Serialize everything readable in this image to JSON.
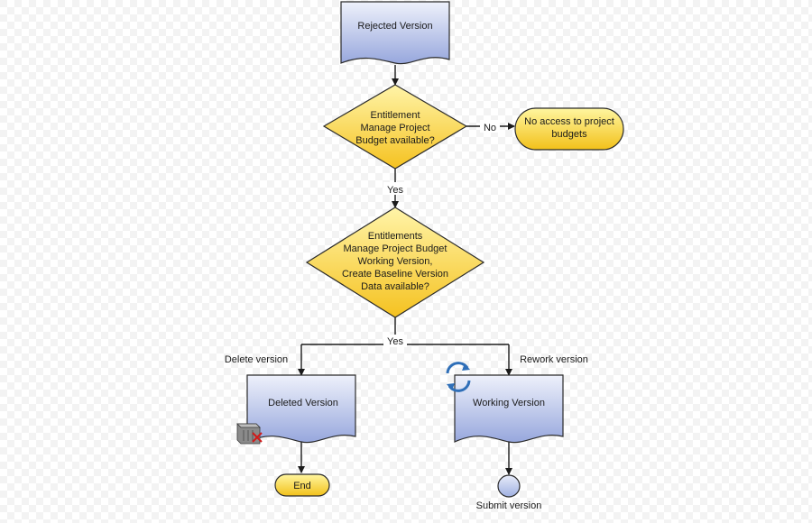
{
  "diagram": {
    "colors": {
      "document_fill_top": "#eef1fb",
      "document_fill_bottom": "#97a7dd",
      "decision_fill_top": "#fff4a8",
      "decision_fill_bottom": "#f5c220",
      "terminator_fill_top": "#fff6a0",
      "terminator_fill_bottom": "#f2c11a",
      "circle_fill_top": "#e8ecfa",
      "circle_fill_bottom": "#9fb0e2",
      "line": "#1b1b1b"
    },
    "nodes": {
      "rejected_version": {
        "label": "Rejected Version"
      },
      "decision_1": {
        "lines": [
          "Entitlement",
          "Manage Project",
          "Budget available?"
        ]
      },
      "no_access": {
        "lines": [
          "No access to project",
          "budgets"
        ]
      },
      "decision_2": {
        "lines": [
          "Entitlements",
          "Manage Project Budget",
          "Working Version,",
          "Create Baseline Version",
          "Data available?"
        ]
      },
      "deleted_version": {
        "label": "Deleted Version",
        "icon": "trash-bin-icon"
      },
      "working_version": {
        "label": "Working Version",
        "icon": "refresh-cycle-icon"
      },
      "end": {
        "label": "End"
      },
      "submit_version": {
        "label": "Submit version"
      }
    },
    "edges": {
      "no_label": "No",
      "yes_label_1": "Yes",
      "yes_label_2": "Yes",
      "delete_label": "Delete version",
      "rework_label": "Rework version"
    }
  }
}
